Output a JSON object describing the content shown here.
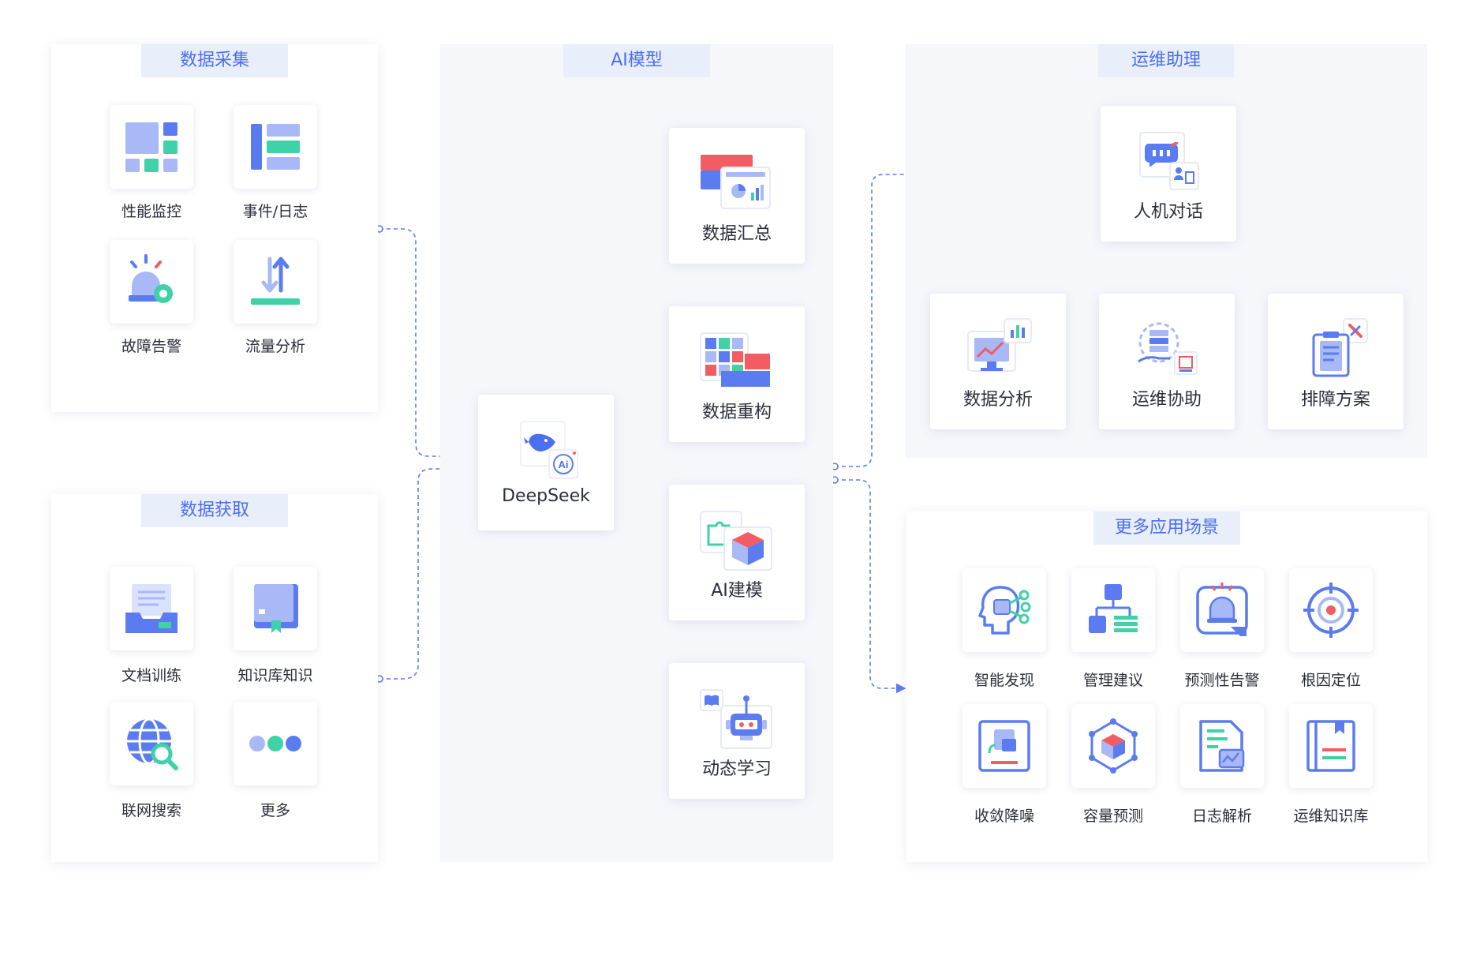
{
  "collect": {
    "title": "数据采集",
    "items": [
      {
        "label": "性能监控",
        "icon": "dashboard-grid-icon"
      },
      {
        "label": "事件/日志",
        "icon": "event-list-icon"
      },
      {
        "label": "故障告警",
        "icon": "alarm-siren-icon"
      },
      {
        "label": "流量分析",
        "icon": "traffic-arrows-icon"
      }
    ]
  },
  "acquire": {
    "title": "数据获取",
    "items": [
      {
        "label": "文档训练",
        "icon": "document-tray-icon"
      },
      {
        "label": "知识库知识",
        "icon": "knowledge-book-icon"
      },
      {
        "label": "联网搜索",
        "icon": "globe-search-icon"
      },
      {
        "label": "更多",
        "icon": "more-dots-icon"
      }
    ]
  },
  "model": {
    "title": "AI模型",
    "core": {
      "label": "DeepSeek",
      "icon": "deepseek-whale-icon"
    },
    "items": [
      {
        "label": "数据汇总",
        "icon": "data-summary-icon"
      },
      {
        "label": "数据重构",
        "icon": "data-restructure-icon"
      },
      {
        "label": "AI建模",
        "icon": "ai-modeling-cube-icon"
      },
      {
        "label": "动态学习",
        "icon": "dynamic-learning-robot-icon"
      }
    ]
  },
  "assistant": {
    "title": "运维助理",
    "top": {
      "label": "人机对话",
      "icon": "chat-dialog-icon"
    },
    "items": [
      {
        "label": "数据分析",
        "icon": "data-analysis-monitor-icon"
      },
      {
        "label": "运维协助",
        "icon": "ops-assist-icon"
      },
      {
        "label": "排障方案",
        "icon": "troubleshoot-plan-icon"
      }
    ]
  },
  "scenes": {
    "title": "更多应用场景",
    "items": [
      {
        "label": "智能发现",
        "icon": "smart-discovery-head-icon"
      },
      {
        "label": "管理建议",
        "icon": "management-hierarchy-icon"
      },
      {
        "label": "预测性告警",
        "icon": "predictive-alarm-bell-icon"
      },
      {
        "label": "根因定位",
        "icon": "root-cause-target-icon"
      },
      {
        "label": "收敛降噪",
        "icon": "noise-reduction-icon"
      },
      {
        "label": "容量预测",
        "icon": "capacity-cube-icon"
      },
      {
        "label": "日志解析",
        "icon": "log-parse-document-icon"
      },
      {
        "label": "运维知识库",
        "icon": "ops-knowledge-book-icon"
      }
    ]
  },
  "colors": {
    "accent": "#4c6ef0",
    "blue": "#5b7cf0",
    "light_blue": "#a9b8f7",
    "teal": "#3fd2a8",
    "red": "#f25c62",
    "panel_tint": "#f6f7fb",
    "title_bg": "#e9eefb",
    "connector": "#5b7cf0"
  }
}
